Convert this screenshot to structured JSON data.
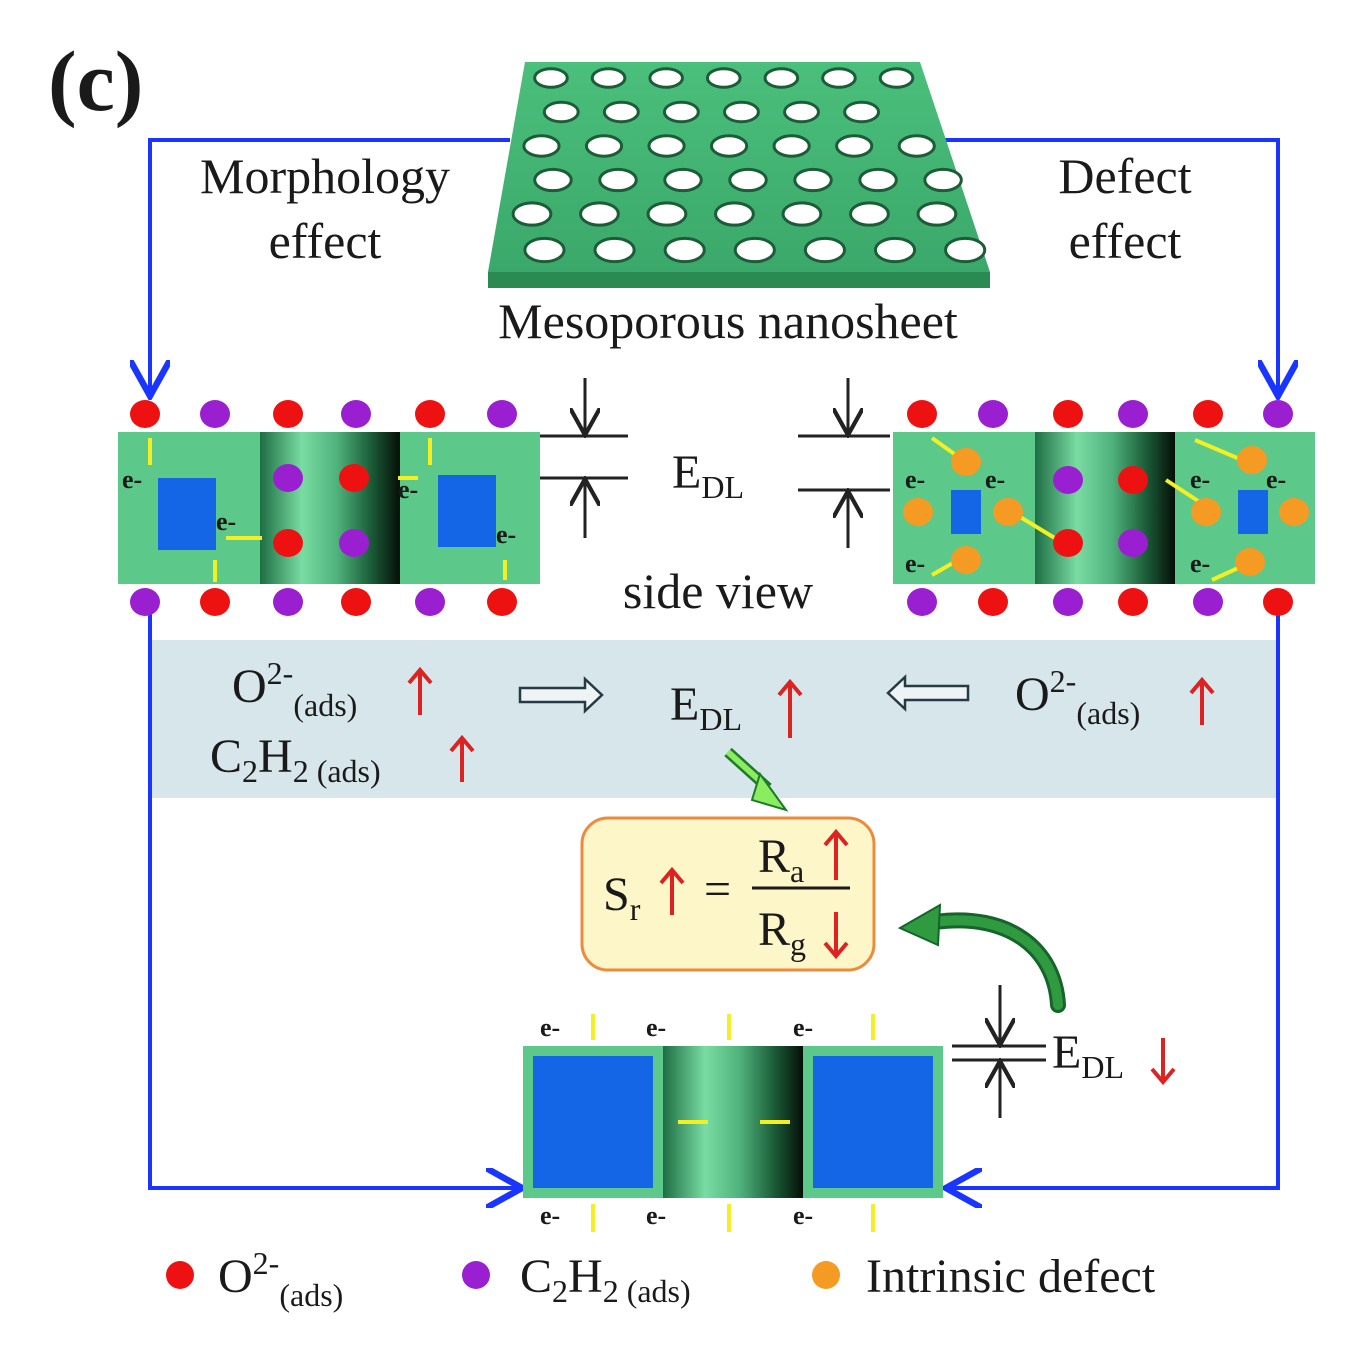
{
  "panel_label": "(c)",
  "morphology_effect": [
    "Morphology",
    "effect"
  ],
  "defect_effect": [
    "Defect",
    "effect"
  ],
  "nanosheet_label": "Mesoporous nanosheet",
  "side_view": "side view",
  "edl_main": "E",
  "edl_sub": "DL",
  "electron": "e-",
  "o2": {
    "base": "O",
    "sup": "2-",
    "sub": "(ads)"
  },
  "c2h2": {
    "c": "C",
    "two": "2",
    "h": "H",
    "sub": "(ads)"
  },
  "sr_formula": {
    "s": "S",
    "s_sub": "r",
    "equals": "=",
    "ra": "R",
    "ra_sub": "a",
    "rg": "R",
    "rg_sub": "g"
  },
  "legend": {
    "o2_label": "O",
    "o2_sup": "2-",
    "o2_sub": "(ads)",
    "c2h2_c": "C",
    "c2h2_two_a": "2",
    "c2h2_h": "H",
    "c2h2_two_b": "2",
    "c2h2_sub": "(ads)",
    "defect_label": "Intrinsic defect"
  },
  "colors": {
    "o2_dot": "#ee1111",
    "c2h2_dot": "#9a1fd0",
    "defect_dot": "#f59a22",
    "grain": "#5cc98a",
    "blue_core": "#1466e6",
    "flow_arrow": "#1a35ff",
    "band": "#d7e6ea",
    "up_arrow": "#dd2222"
  }
}
